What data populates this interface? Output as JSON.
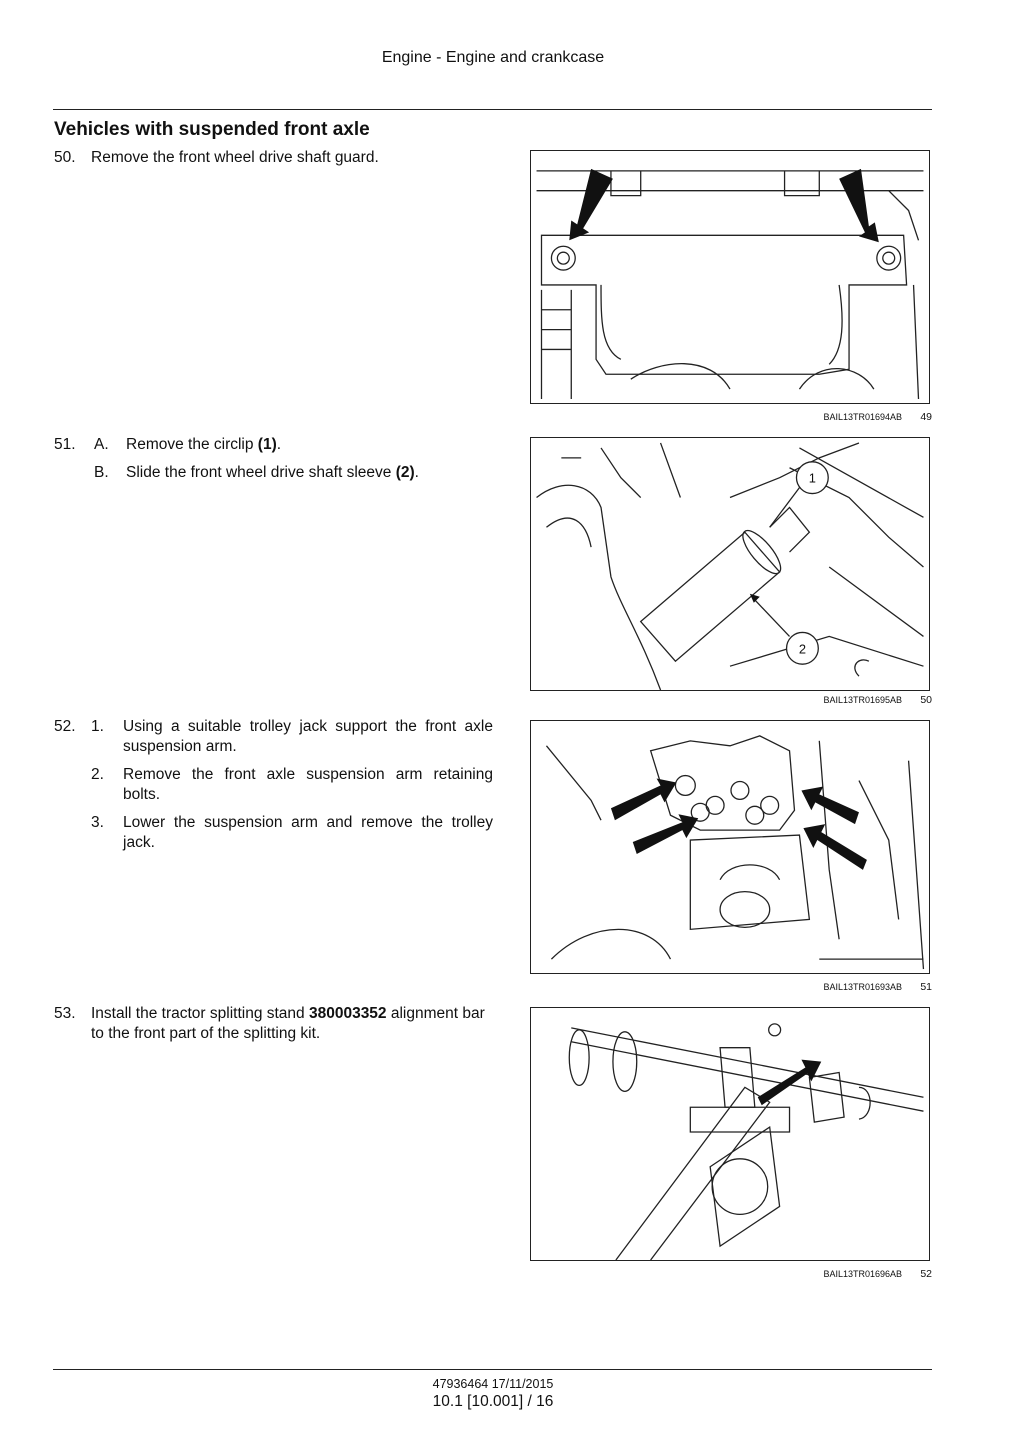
{
  "header": {
    "title": "Engine - Engine and crankcase"
  },
  "section": {
    "title": "Vehicles with suspended front axle"
  },
  "steps": [
    {
      "num": "50.",
      "text": "Remove the front wheel drive shaft guard."
    },
    {
      "num": "51.",
      "items": [
        {
          "marker": "A.",
          "text_before": "Remove the circlip ",
          "bold": "(1)",
          "text_after": "."
        },
        {
          "marker": "B.",
          "text_before": "Slide the front wheel drive shaft sleeve ",
          "bold": "(2)",
          "text_after": "."
        }
      ]
    },
    {
      "num": "52.",
      "items": [
        {
          "marker": "1.",
          "text": "Using a suitable trolley jack support the front axle suspension arm."
        },
        {
          "marker": "2.",
          "text": "Remove the front axle suspension arm retaining bolts."
        },
        {
          "marker": "3.",
          "text": "Lower the suspension arm and remove the trolley jack."
        }
      ]
    },
    {
      "num": "53.",
      "text_before": "Install the tractor splitting stand ",
      "bold": "380003352",
      "text_after": " alignment bar to the front part of the splitting kit."
    }
  ],
  "figures": [
    {
      "code": "BAIL13TR01694AB",
      "number": "49"
    },
    {
      "code": "BAIL13TR01695AB",
      "number": "50",
      "callouts": [
        "1",
        "2"
      ]
    },
    {
      "code": "BAIL13TR01693AB",
      "number": "51"
    },
    {
      "code": "BAIL13TR01696AB",
      "number": "52"
    }
  ],
  "footer": {
    "doc": "47936464 17/11/2015",
    "page": "10.1 [10.001] / 16"
  }
}
